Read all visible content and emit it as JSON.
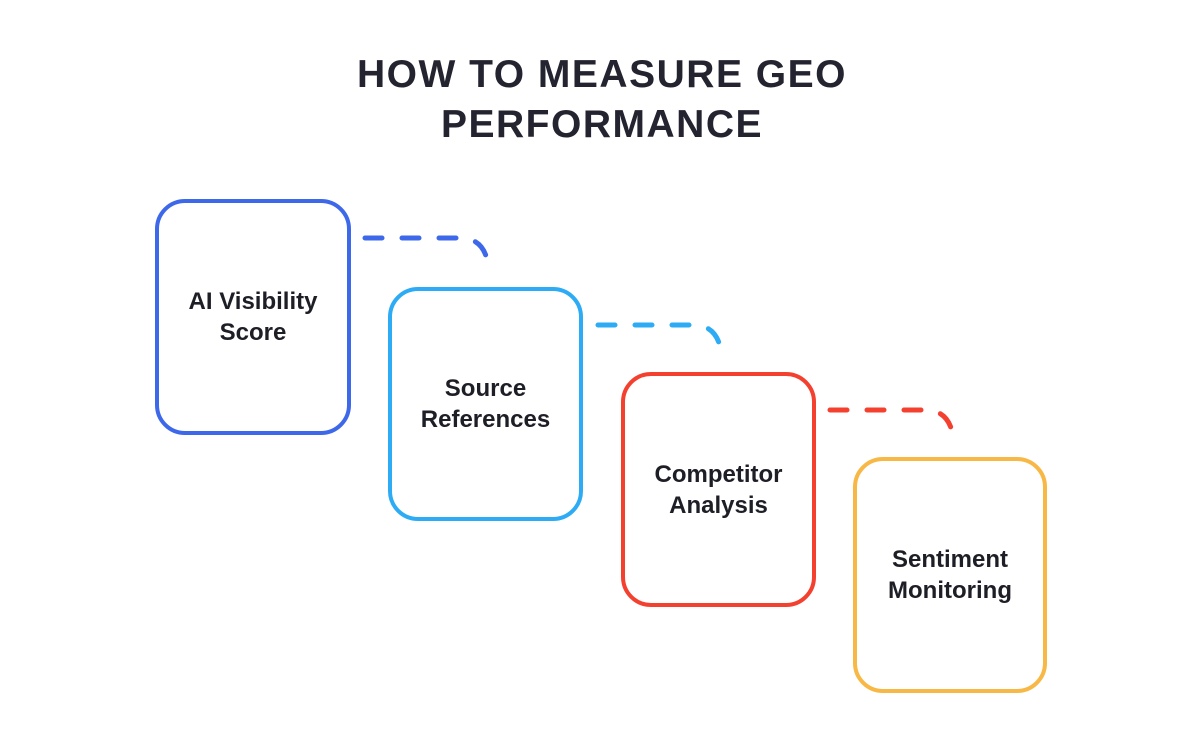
{
  "title": "HOW TO MEASURE GEO\nPERFORMANCE",
  "nodes": [
    {
      "label": "AI Visibility\nScore",
      "color": "#3e68ea"
    },
    {
      "label": "Source\nReferences",
      "color": "#2dabf4"
    },
    {
      "label": "Competitor\nAnalysis",
      "color": "#f4402f"
    },
    {
      "label": "Sentiment\nMonitoring",
      "color": "#f8b845"
    }
  ],
  "connectors": [
    {
      "from": "AI Visibility Score",
      "to": "Source References",
      "color": "#3e68ea",
      "style": "dashed"
    },
    {
      "from": "Source References",
      "to": "Competitor Analysis",
      "color": "#2dabf4",
      "style": "dashed"
    },
    {
      "from": "Competitor Analysis",
      "to": "Sentiment Monitoring",
      "color": "#f4402f",
      "style": "dashed"
    }
  ],
  "colors": {
    "background": "#ffffff",
    "title_text": "#232430",
    "node_text": "#1d1e26"
  }
}
